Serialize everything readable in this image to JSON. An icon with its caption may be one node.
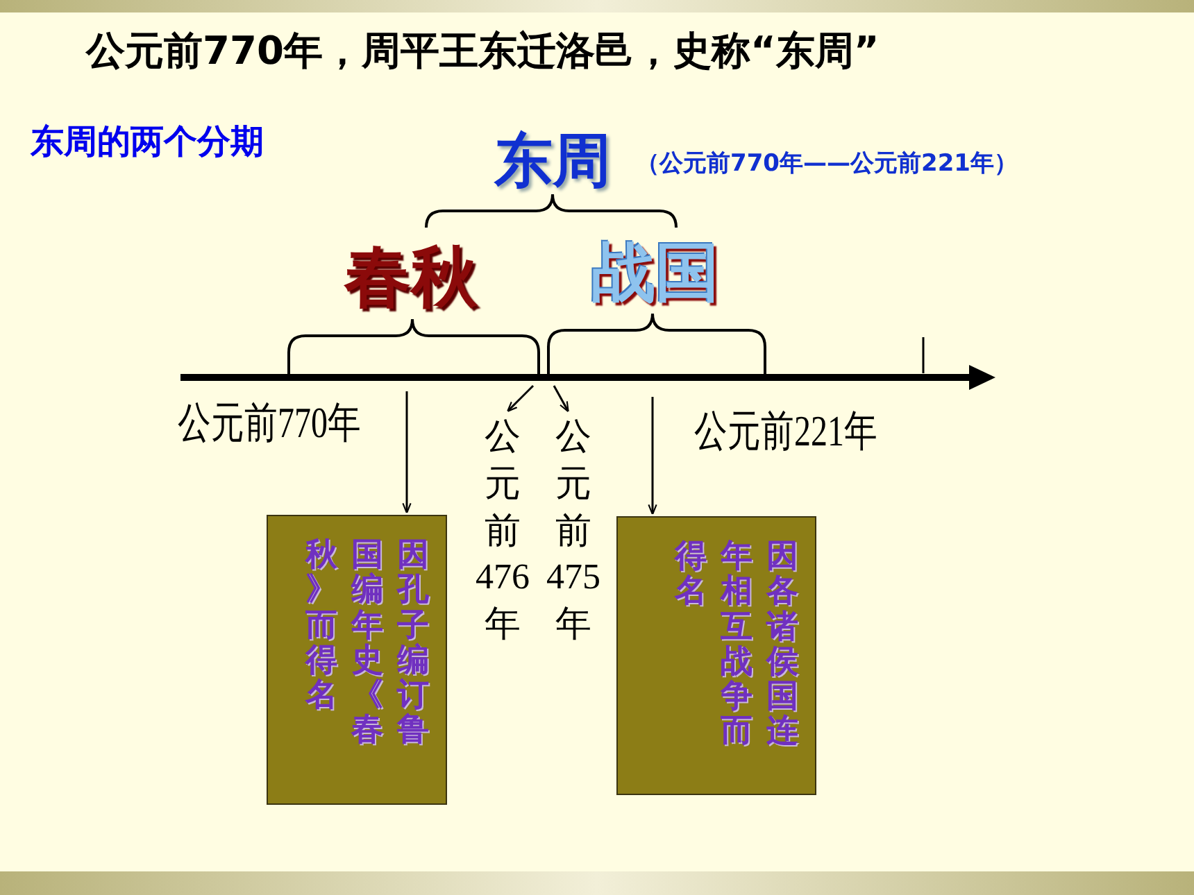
{
  "diagram": {
    "title": "公元前770年，周平王东迁洛邑，史称“东周”",
    "nodes": [
      {
        "text": [
          "公元前770年"
        ]
      },
      {
        "text": [
          "公元前476年"
        ]
      },
      {
        "text": [
          "公元前475年"
        ]
      },
      {
        "text": [
          "公元前221年"
        ]
      },
      {
        "text": [
          "因孔子编订鲁国编年史《春秋》而得名"
        ]
      },
      {
        "text": [
          "因各诸侯国连年相互战争而得名"
        ]
      }
    ],
    "edges": [
      {
        "from": null,
        "to": 4,
        "arrow": "to"
      },
      {
        "from": null,
        "to": 1,
        "arrow": "to"
      },
      {
        "from": null,
        "to": 2,
        "arrow": "to"
      },
      {
        "from": null,
        "to": 5,
        "arrow": "to"
      }
    ],
    "labels": [
      "东周的两个分期",
      "东周",
      "（公元前770年——公元前221年）",
      "春秋",
      "战国"
    ]
  }
}
